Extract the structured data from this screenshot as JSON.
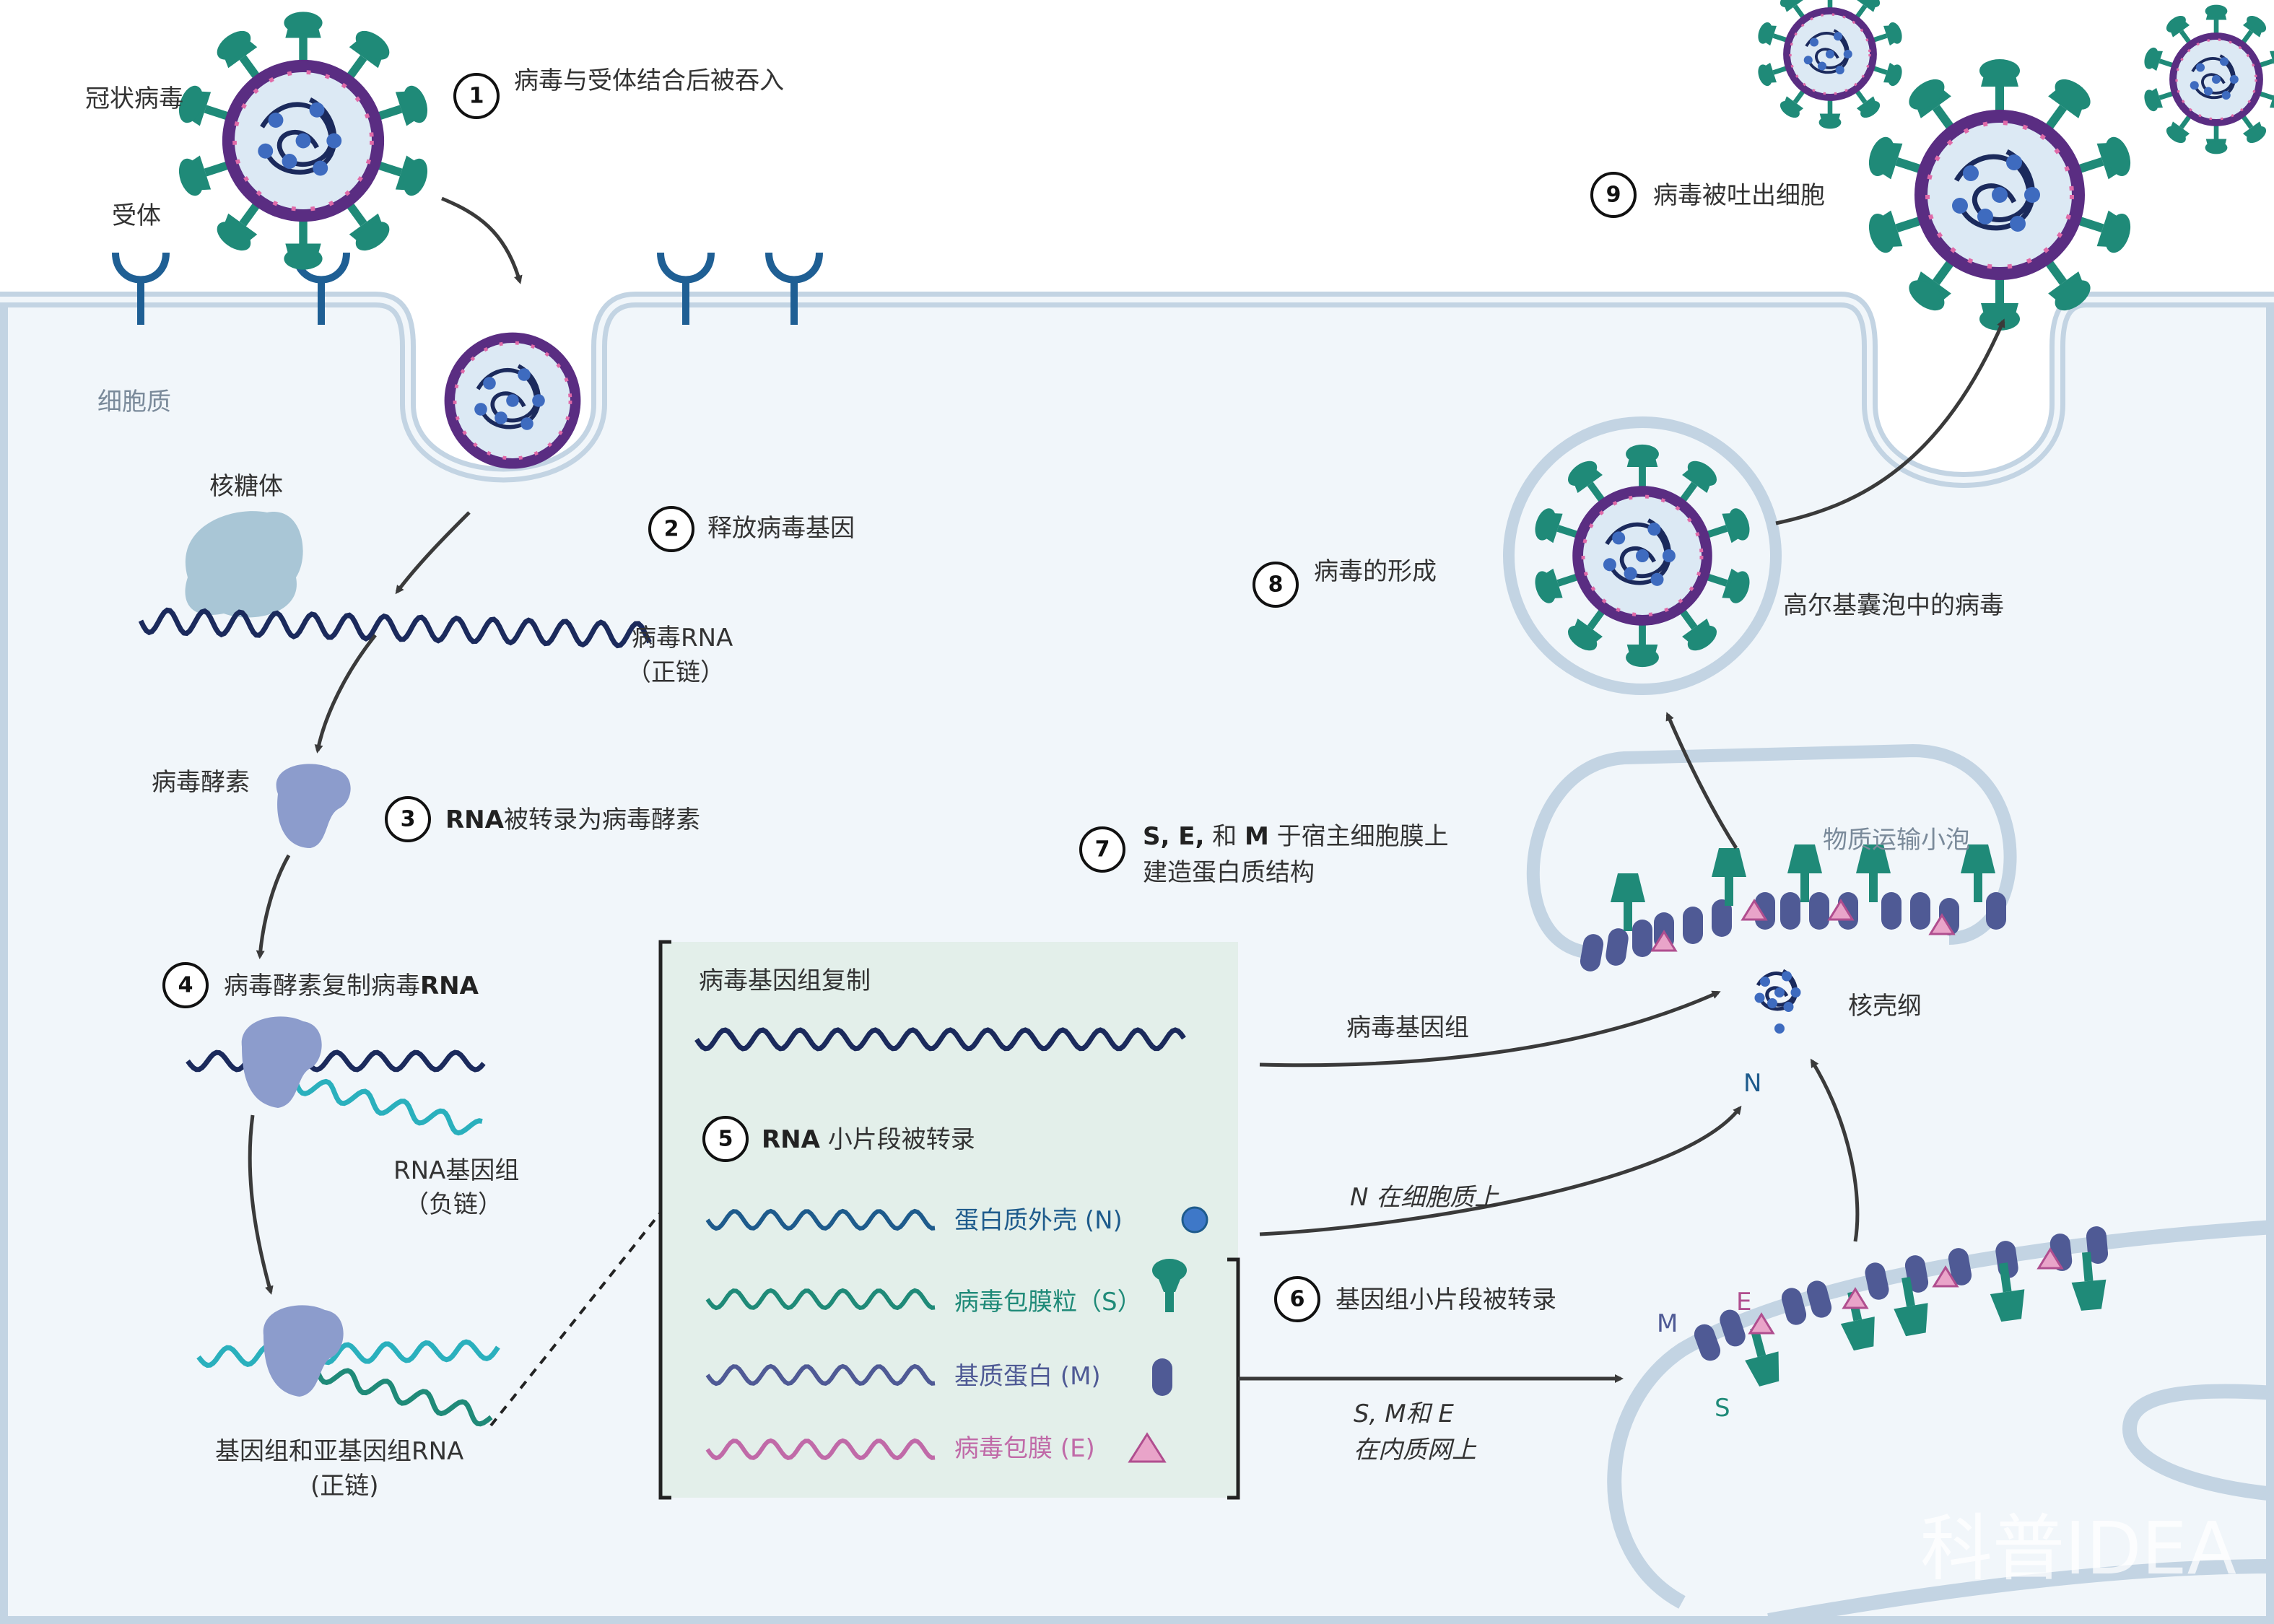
{
  "steps": [
    {
      "n": "1",
      "text": "病毒与受体结合后被吞入"
    },
    {
      "n": "2",
      "text": "释放病毒基因"
    },
    {
      "n": "3",
      "bold": "RNA",
      "text": "被转录为病毒酵素"
    },
    {
      "n": "4",
      "text": "病毒酵素复制病毒",
      "bold_suffix": "RNA"
    },
    {
      "n": "5",
      "bold": "RNA",
      "text": " 小片段被转录"
    },
    {
      "n": "6",
      "text": "基因组小片段被转录"
    },
    {
      "n": "7",
      "line1_parts": [
        "S, E,",
        " 和 ",
        "M",
        " 于宿主细胞膜上"
      ],
      "line2": "建造蛋白质结构"
    },
    {
      "n": "8",
      "text": "病毒的形成"
    },
    {
      "n": "9",
      "text": "病毒被吐出细胞"
    }
  ],
  "labels": {
    "coronavirus": "冠状病毒",
    "receptor": "受体",
    "cytoplasm": "细胞质",
    "ribosome": "核糖体",
    "viral_rna": "病毒RNA",
    "viral_rna_sub": "（正链）",
    "viral_enzyme": "病毒酵素",
    "rna_genome": "RNA基因组",
    "rna_genome_sub": "（负链）",
    "genome_subgenome": "基因组和亚基因组RNA",
    "genome_subgenome_sub": "(正链)",
    "golgi_virus": "高尔基囊泡中的病毒",
    "transport_vesicle": "物质运输小泡",
    "nucleocapsid": "核壳纲",
    "viral_genome_arrow": "病毒基因组",
    "n_in_cytoplasm": "N 在细胞质上",
    "sme_er_1": "S, M和 E",
    "sme_er_2": "在内质网上",
    "n_letter": "N",
    "m_letter": "M",
    "e_letter": "E",
    "s_letter": "S"
  },
  "box": {
    "title": "病毒基因组复制",
    "items": [
      {
        "label": "蛋白质外壳 (N)",
        "color": "#1e5b8c",
        "icon": "n-protein-dot-icon"
      },
      {
        "label": "病毒包膜粒（S）",
        "color": "#1f8a78",
        "icon": "spike-protein-icon"
      },
      {
        "label": "基质蛋白 (M)",
        "color": "#4f5a95",
        "icon": "membrane-protein-icon"
      },
      {
        "label": "病毒包膜 (E)",
        "color": "#c06aa8",
        "icon": "envelope-protein-icon"
      }
    ]
  },
  "watermark": "科普IDEA",
  "colors": {
    "cell_fill": "#f1f6fa",
    "membrane": "#c3d4e3",
    "box_fill": "#e3efea",
    "spike": "#1f8a78",
    "capsid": "#5a2d82",
    "rna_dark": "#1b2a5c",
    "rna_teal": "#2ab0bd",
    "enzyme": "#8c9ccc",
    "receptor": "#1f5f94"
  }
}
